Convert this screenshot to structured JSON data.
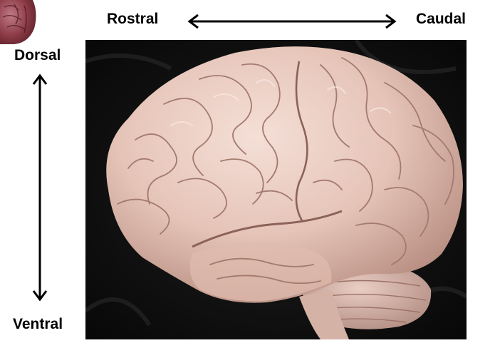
{
  "labels": {
    "rostral": "Rostral",
    "caudal": "Caudal",
    "dorsal": "Dorsal",
    "ventral": "Ventral"
  },
  "image": {
    "subject": "brain-lateral-view-photograph",
    "background": "#0a0a0a",
    "tissue_color": "#e8c9bf"
  },
  "colors": {
    "text": "#000000",
    "arrow": "#000000",
    "thumbnail_tissue": "#8a3a44"
  }
}
